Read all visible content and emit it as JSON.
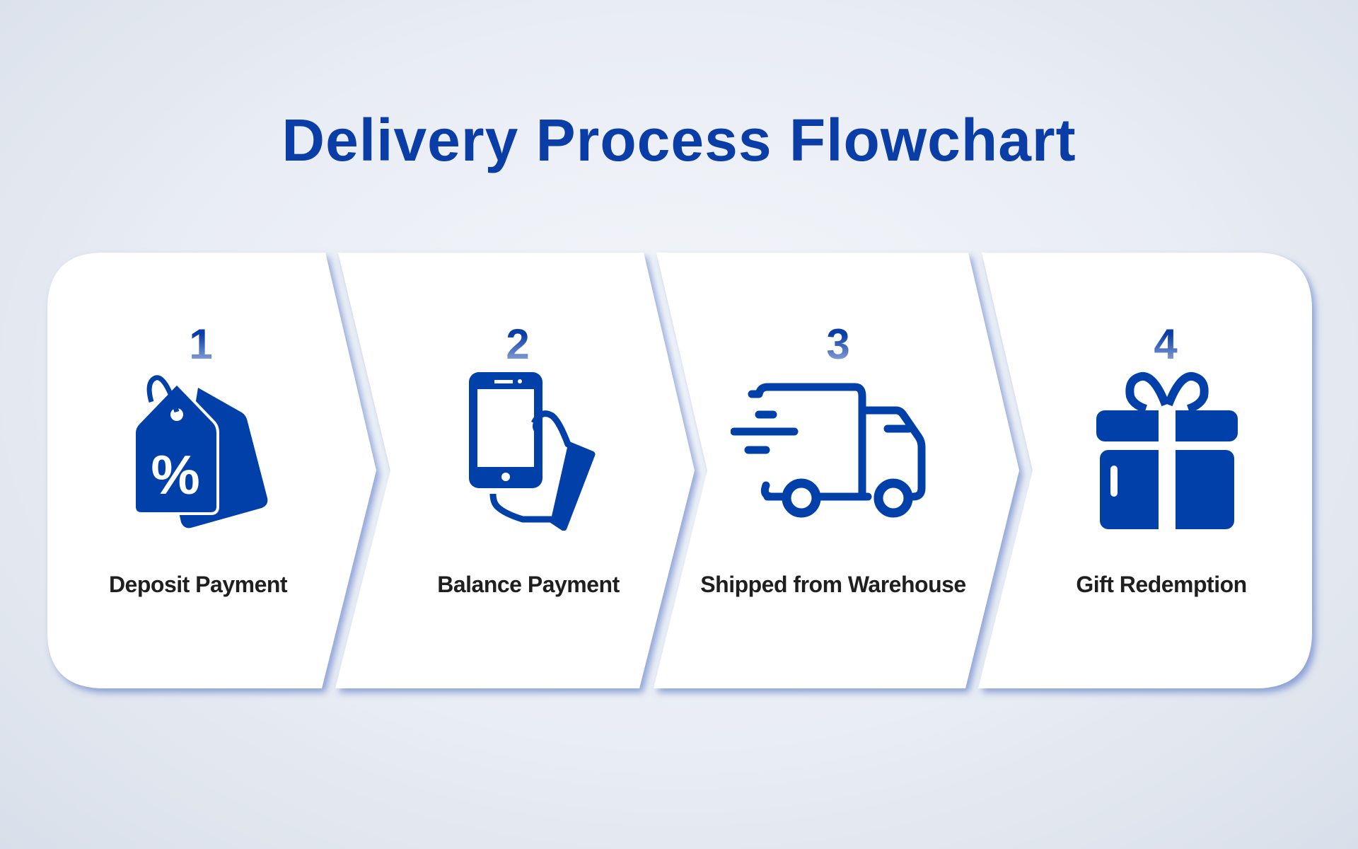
{
  "title": "Delivery Process Flowchart",
  "colors": {
    "accent": "#0040A8",
    "label": "#1f1f1f"
  },
  "steps": [
    {
      "number": "1",
      "label": "Deposit Payment",
      "icon": "discount-tag-icon"
    },
    {
      "number": "2",
      "label": "Balance Payment",
      "icon": "phone-in-hand-icon"
    },
    {
      "number": "3",
      "label": "Shipped from Warehouse",
      "icon": "delivery-truck-icon"
    },
    {
      "number": "4",
      "label": "Gift Redemption",
      "icon": "gift-box-icon"
    }
  ]
}
